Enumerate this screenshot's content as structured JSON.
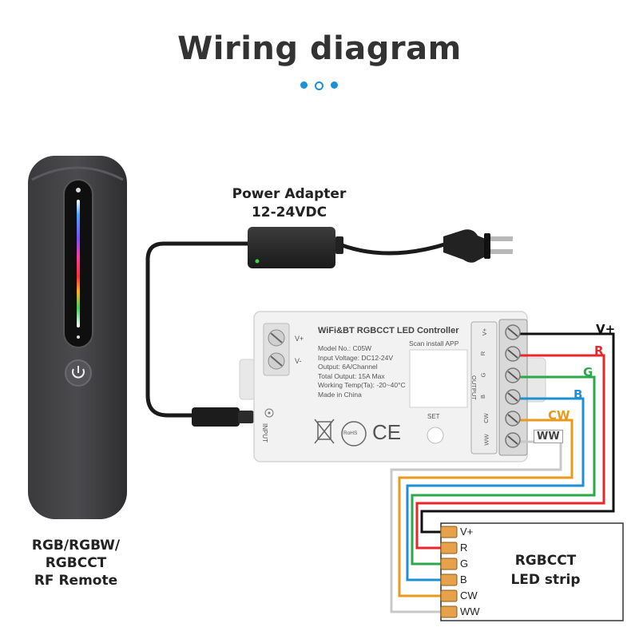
{
  "title": "Wiring diagram",
  "power_adapter": {
    "line1": "Power Adapter",
    "line2": "12-24VDC"
  },
  "remote": {
    "line1": "RGB/RGBW/",
    "line2": "RGBCCT",
    "line3": "RF Remote"
  },
  "controller": {
    "name": "WiFi&BT RGBCCT LED Controller",
    "model": "Model No.: C05W",
    "input_voltage": "Input Voltage: DC12-24V",
    "output": "Output: 6A/Channel",
    "total_output": "Total Output: 15A Max",
    "working_temp": "Working Temp(Ta): -20~40°C",
    "made_in": "Made in China",
    "scan": "Scan install APP",
    "set": "SET",
    "input_label": "INPUT",
    "output_label": "OUTPUT",
    "plus": "V+",
    "minus": "V-",
    "terminals": [
      "V+",
      "R",
      "G",
      "B",
      "CW",
      "WW"
    ],
    "rohs": "RoHS",
    "ce": "CE"
  },
  "wires": [
    {
      "label": "V+",
      "color": "#111111"
    },
    {
      "label": "R",
      "color": "#e8262b"
    },
    {
      "label": "G",
      "color": "#2aa84a"
    },
    {
      "label": "B",
      "color": "#1f8fd4"
    },
    {
      "label": "CW",
      "color": "#e89a1c"
    },
    {
      "label": "WW",
      "color": "#c8c8c8"
    }
  ],
  "strip": {
    "line1": "RGBCCT",
    "line2": "LED strip",
    "pins": [
      "V+",
      "R",
      "G",
      "B",
      "CW",
      "WW"
    ]
  }
}
